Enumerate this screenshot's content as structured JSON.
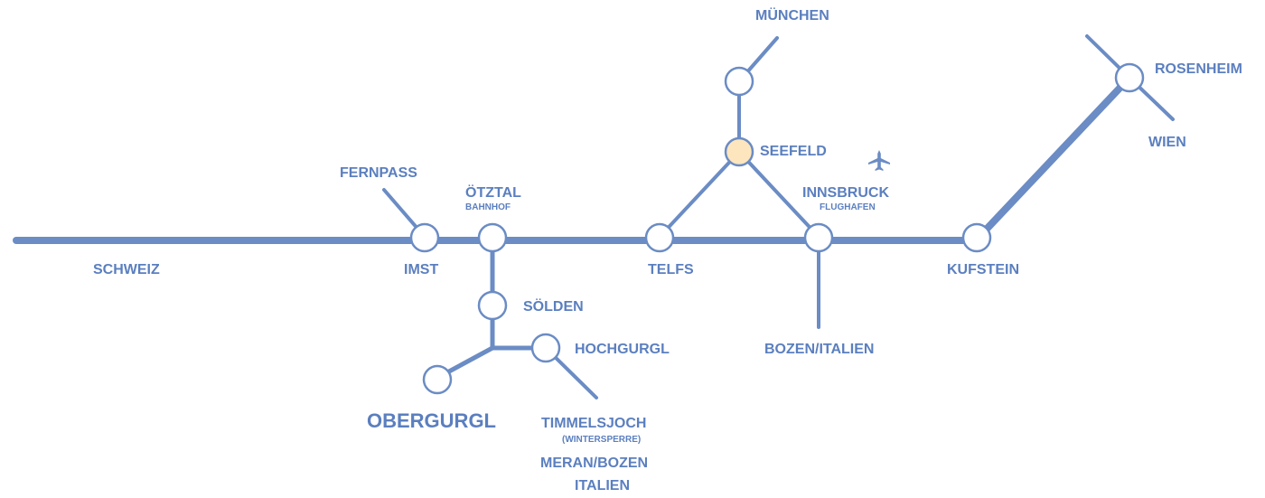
{
  "colors": {
    "line": "#6b8cc4",
    "text": "#5b7fbf",
    "node_fill": "#ffffff",
    "highlight_fill": "#fde6bd"
  },
  "labels": {
    "muenchen": "MÜNCHEN",
    "seefeld": "SEEFELD",
    "rosenheim": "ROSENHEIM",
    "wien": "WIEN",
    "fernpass": "FERNPASS",
    "oetztal": "ÖTZTAL",
    "bahnhof": "BAHNHOF",
    "innsbruck": "INNSBRUCK",
    "flughafen": "FLUGHAFEN",
    "schweiz": "SCHWEIZ",
    "imst": "IMST",
    "telfs": "TELFS",
    "kufstein": "KUFSTEIN",
    "soelden": "SÖLDEN",
    "hochgurgl": "HOCHGURGL",
    "bozen_italien": "BOZEN/ITALIEN",
    "obergurgl": "OBERGURGL",
    "timmelsjoch": "TIMMELSJOCH",
    "wintersperre": "(WINTERSPERRE)",
    "meran_bozen": "MERAN/BOZEN",
    "italien": "ITALIEN"
  },
  "highlighted_station": "seefeld",
  "icons": {
    "airport": "airplane-icon"
  }
}
